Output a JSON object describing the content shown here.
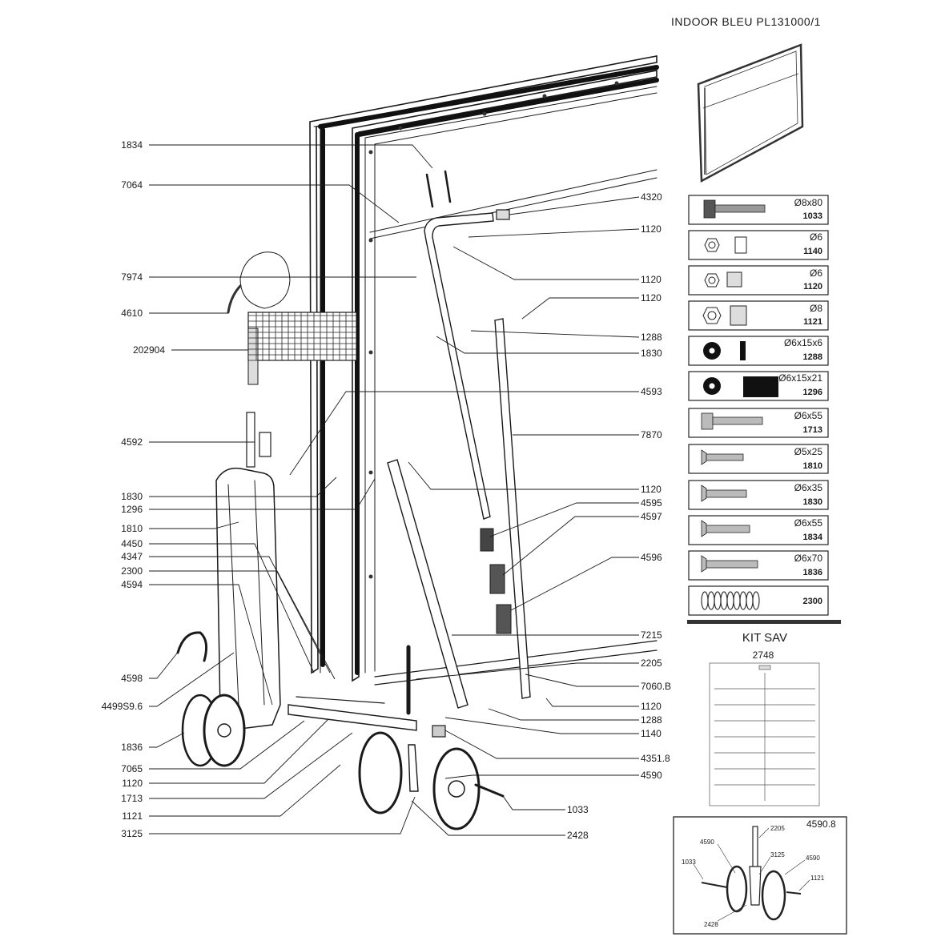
{
  "header_title": "INDOOR BLEU PL131000/1",
  "labels_left": [
    "1834",
    "7064",
    "7974",
    "4610",
    "202904",
    "4592",
    "1830",
    "1296",
    "1810",
    "4450",
    "4347",
    "2300",
    "4594",
    "4598",
    "4499S9.6",
    "1836",
    "7065",
    "1120",
    "1713",
    "1121",
    "3125"
  ],
  "labels_right": [
    "4320",
    "1120",
    "1120",
    "1120",
    "1288",
    "1830",
    "4593",
    "7870",
    "1120",
    "4595",
    "4597",
    "4596",
    "7215",
    "2205",
    "7060.B",
    "1120",
    "1288",
    "1140",
    "4351.8",
    "4590",
    "1033",
    "2428"
  ],
  "parts": [
    {
      "dim": "Ø8x80",
      "ref": "1033",
      "icon": "hex-bolt-icon"
    },
    {
      "dim": "Ø6",
      "ref": "1140",
      "icon": "hex-nut-icon"
    },
    {
      "dim": "Ø6",
      "ref": "1120",
      "icon": "lock-nut-icon"
    },
    {
      "dim": "Ø8",
      "ref": "1121",
      "icon": "lock-nut-icon"
    },
    {
      "dim": "Ø6x15x6",
      "ref": "1288",
      "icon": "spacer-thin-icon"
    },
    {
      "dim": "Ø6x15x21",
      "ref": "1296",
      "icon": "spacer-thick-icon"
    },
    {
      "dim": "Ø6x55",
      "ref": "1713",
      "icon": "hex-screw-icon"
    },
    {
      "dim": "Ø5x25",
      "ref": "1810",
      "icon": "countersunk-screw-icon"
    },
    {
      "dim": "Ø6x35",
      "ref": "1830",
      "icon": "countersunk-screw-icon"
    },
    {
      "dim": "Ø6x55",
      "ref": "1834",
      "icon": "countersunk-screw-icon"
    },
    {
      "dim": "Ø6x70",
      "ref": "1836",
      "icon": "countersunk-screw-icon"
    },
    {
      "dim": "",
      "ref": "2300",
      "icon": "spring-icon"
    }
  ],
  "kit": {
    "title": "KIT SAV",
    "ref": "2748"
  },
  "inset": {
    "ref": "4590.8",
    "labels": [
      "2205",
      "4590",
      "3125",
      "1033",
      "4590",
      "1121",
      "2428"
    ]
  }
}
